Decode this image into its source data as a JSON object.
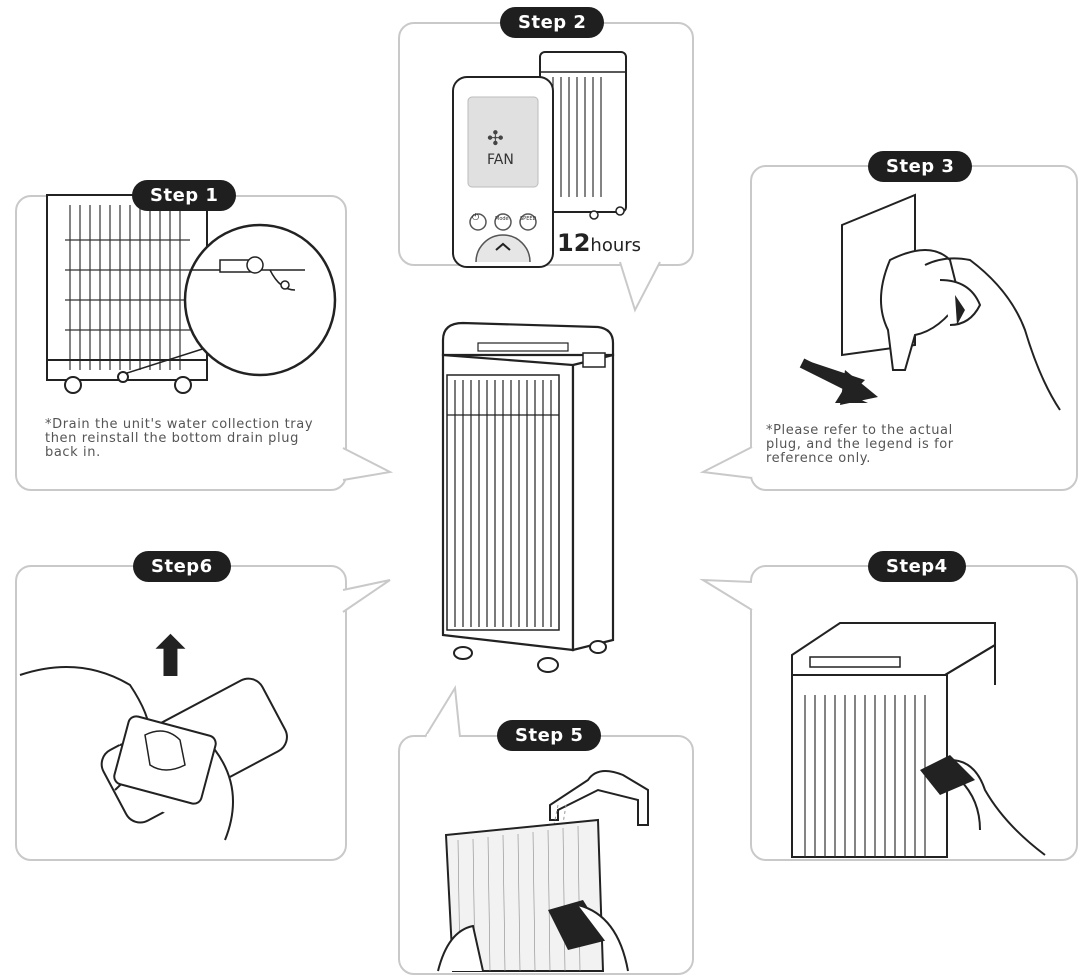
{
  "steps": {
    "step1": {
      "badge": "Step 1",
      "note": "*Drain the unit's water collection tray then reinstall the bottom drain plug back in."
    },
    "step2": {
      "badge": "Step 2",
      "screen_label": "FAN",
      "btn_mid": "Mode",
      "btn_right": "SPEED",
      "timer_value": "12",
      "timer_unit": "hours"
    },
    "step3": {
      "badge": "Step 3",
      "note": "*Please refer to the actual plug, and the legend is for reference only."
    },
    "step4": {
      "badge": "Step4"
    },
    "step5": {
      "badge": "Step 5"
    },
    "step6": {
      "badge": "Step6"
    }
  },
  "icons": {
    "center": "portable-air-conditioner",
    "fan": "fan-icon",
    "power": "power-icon",
    "arrow_up": "arrow-up-icon",
    "arrow_pull": "pull-arrow-icon"
  }
}
